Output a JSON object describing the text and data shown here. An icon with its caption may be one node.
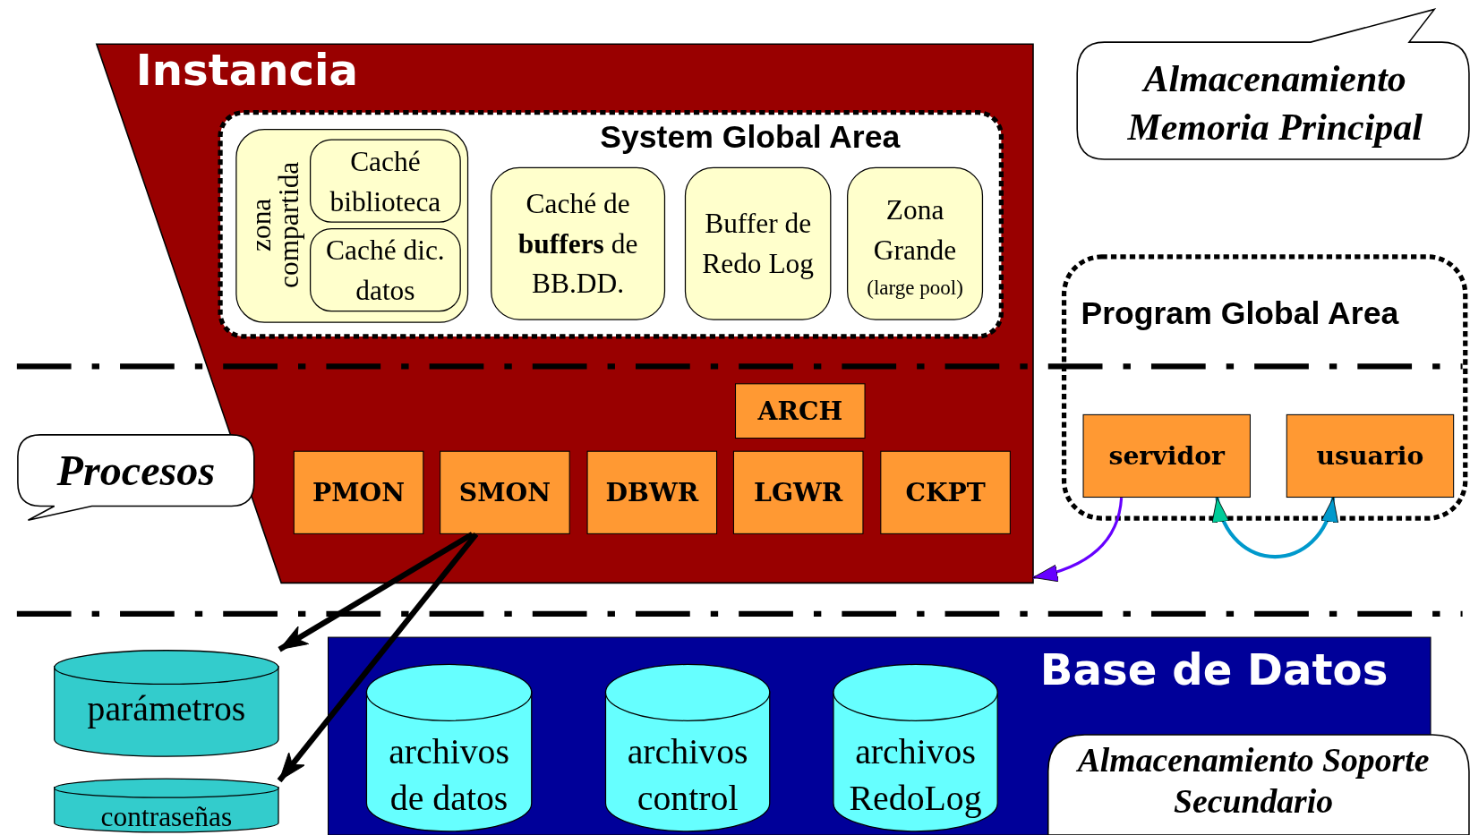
{
  "diagram": {
    "nodes": [
      {
        "text": [
          "Instancia"
        ]
      },
      {
        "text": [
          "System Global Area"
        ],
        "in": 0
      },
      {
        "text": [
          "zona compartida"
        ],
        "in": 1
      },
      {
        "text": [
          "Caché biblioteca"
        ],
        "in": 2
      },
      {
        "text": [
          "Caché dic. datos"
        ],
        "in": 2
      },
      {
        "text": [
          "Caché de **buffers** de BB.DD."
        ],
        "in": 1
      },
      {
        "text": [
          "Buffer de Redo Log"
        ],
        "in": 1
      },
      {
        "text": [
          "Zona Grande",
          "(large pool)"
        ],
        "in": 1
      },
      {
        "text": [
          "ARCH"
        ],
        "in": 0
      },
      {
        "text": [
          "PMON"
        ],
        "in": 0
      },
      {
        "text": [
          "SMON"
        ],
        "in": 0
      },
      {
        "text": [
          "DBWR"
        ],
        "in": 0
      },
      {
        "text": [
          "LGWR"
        ],
        "in": 0
      },
      {
        "text": [
          "CKPT"
        ],
        "in": 0
      },
      {
        "text": [
          "Almacenamiento Memoria Principal"
        ]
      },
      {
        "text": [
          "Program Global Area"
        ]
      },
      {
        "text": [
          "servidor"
        ],
        "in": 15
      },
      {
        "text": [
          "usuario"
        ],
        "in": 15
      },
      {
        "text": [
          "Procesos"
        ]
      },
      {
        "text": [
          "parámetros"
        ]
      },
      {
        "text": [
          "contraseñas"
        ]
      },
      {
        "text": [
          "Base de Datos"
        ]
      },
      {
        "text": [
          "archivos de datos"
        ],
        "in": 21
      },
      {
        "text": [
          "archivos control"
        ],
        "in": 21
      },
      {
        "text": [
          "archivos RedoLog"
        ],
        "in": 21
      },
      {
        "text": [
          "Almacenamiento Soporte Secundario"
        ]
      }
    ],
    "edges": [
      {
        "from": 10,
        "to": 19,
        "arrow": "to"
      },
      {
        "from": 10,
        "to": 20,
        "arrow": "to"
      },
      {
        "from": 16,
        "to": 0,
        "arrow": "to",
        "color": "#6600ff"
      },
      {
        "from": 16,
        "to": 17,
        "arrow": "both",
        "color": "#0099cc"
      }
    ]
  }
}
